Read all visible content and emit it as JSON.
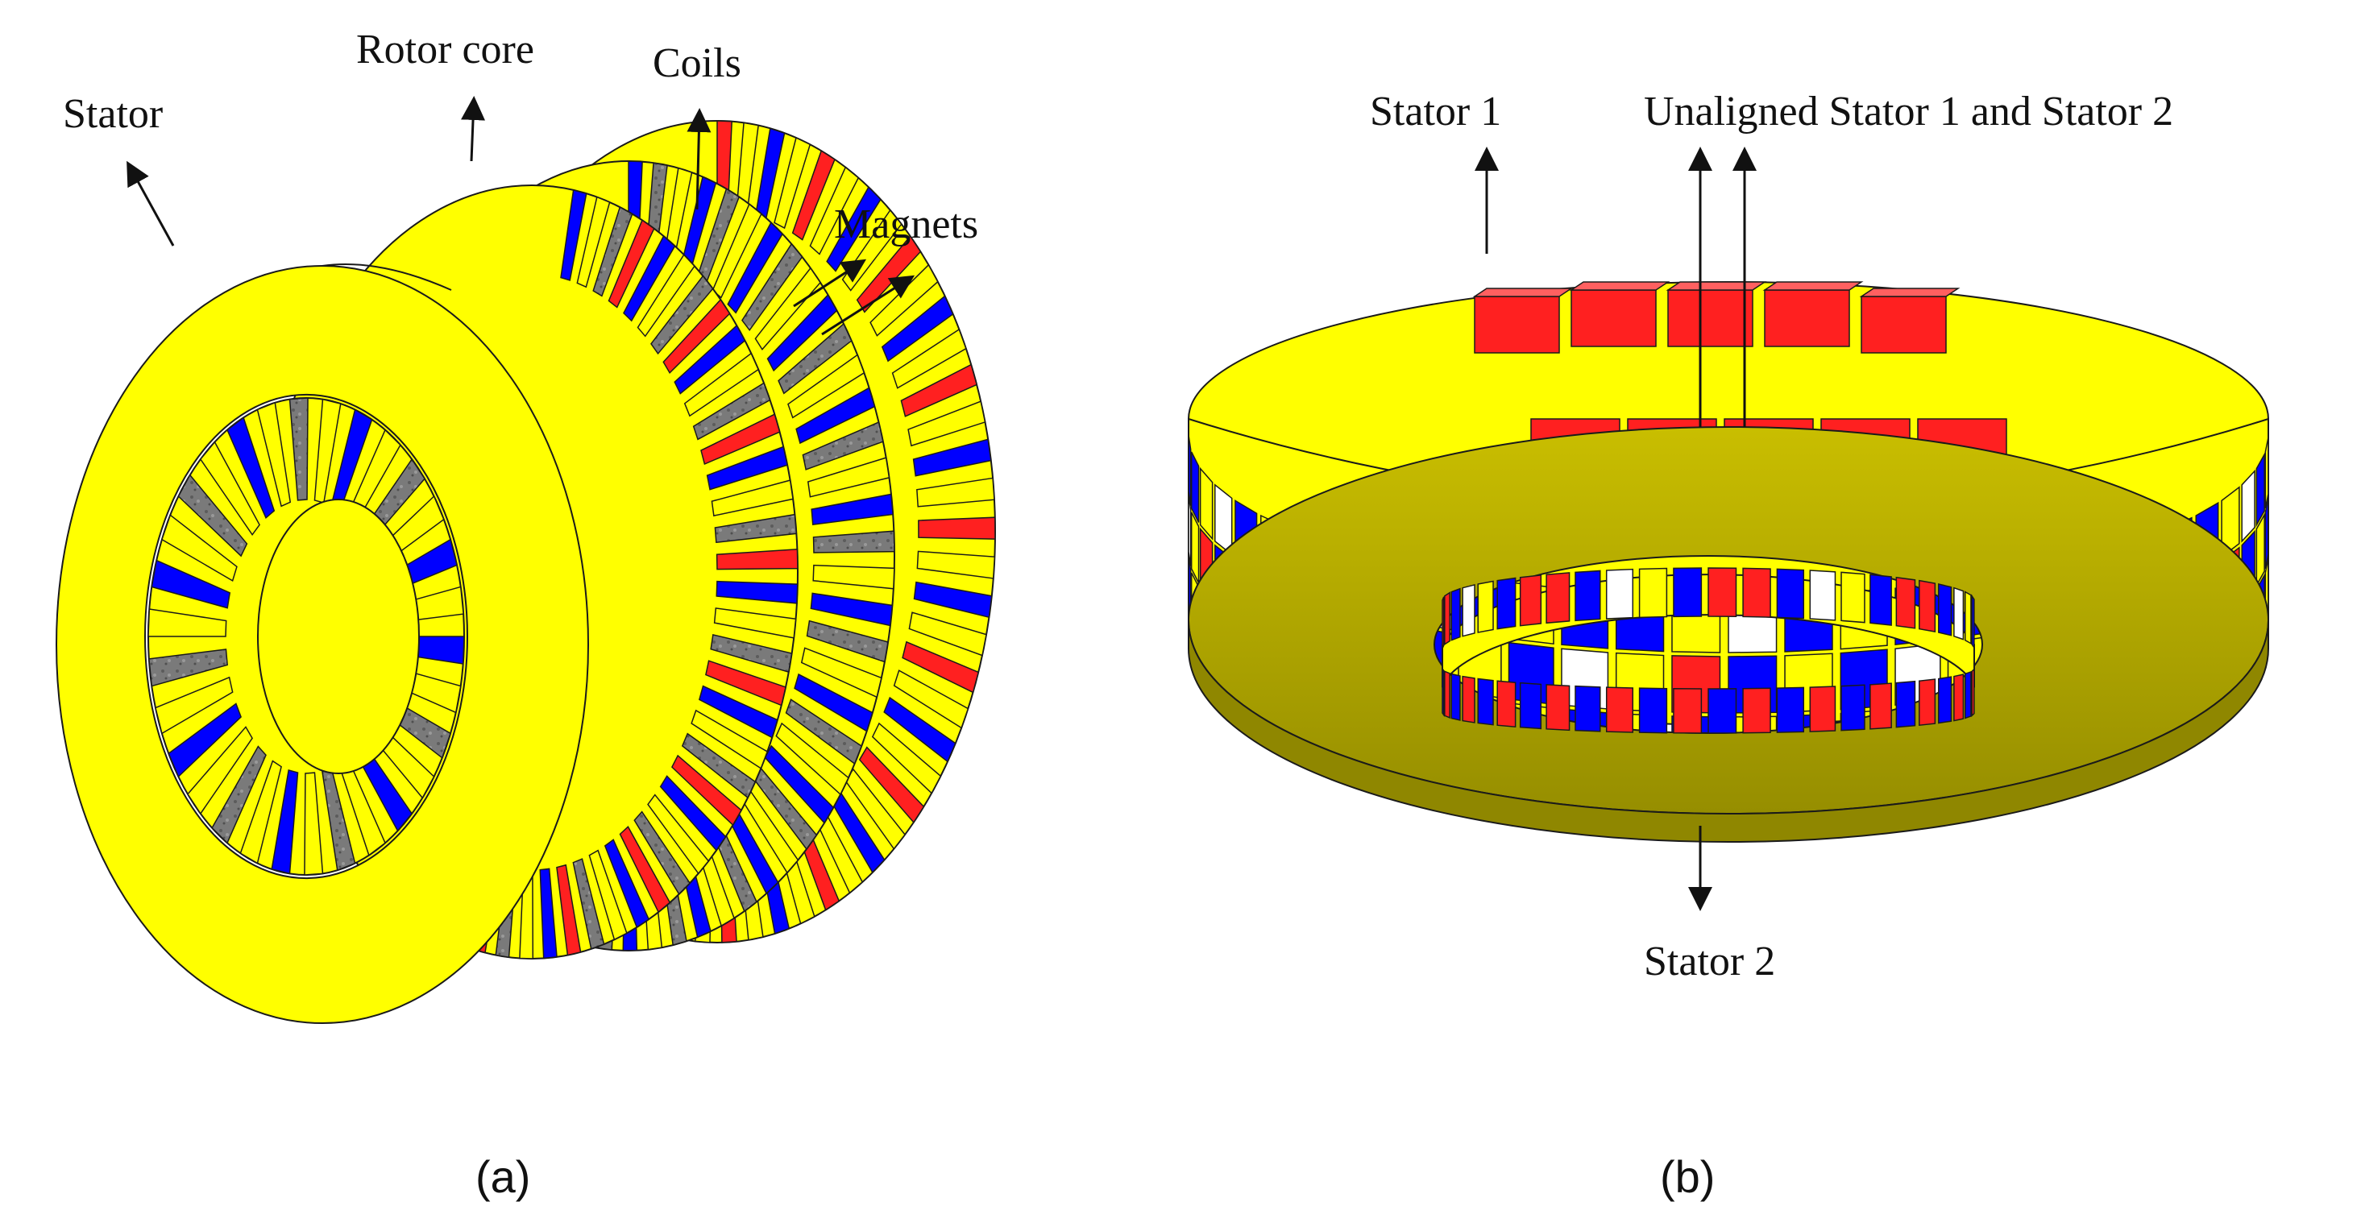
{
  "panel_a": {
    "caption": "(a)",
    "labels": {
      "stator": "Stator",
      "rotor_core": "Rotor core",
      "coils": "Coils",
      "magnets": "Magnets"
    }
  },
  "panel_b": {
    "caption": "(b)",
    "labels": {
      "stator_1": "Stator 1",
      "unaligned": "Unaligned Stator 1 and Stator 2",
      "stator_2": "Stator 2"
    }
  },
  "colors": {
    "stator_yellow": "#ffff00",
    "coil_red": "#ff2020",
    "magnet_blue": "#0000ff",
    "rotor_gray": "#7f7f7f",
    "white_segment": "#ffffff",
    "stator_olive": "#b5ad00"
  }
}
